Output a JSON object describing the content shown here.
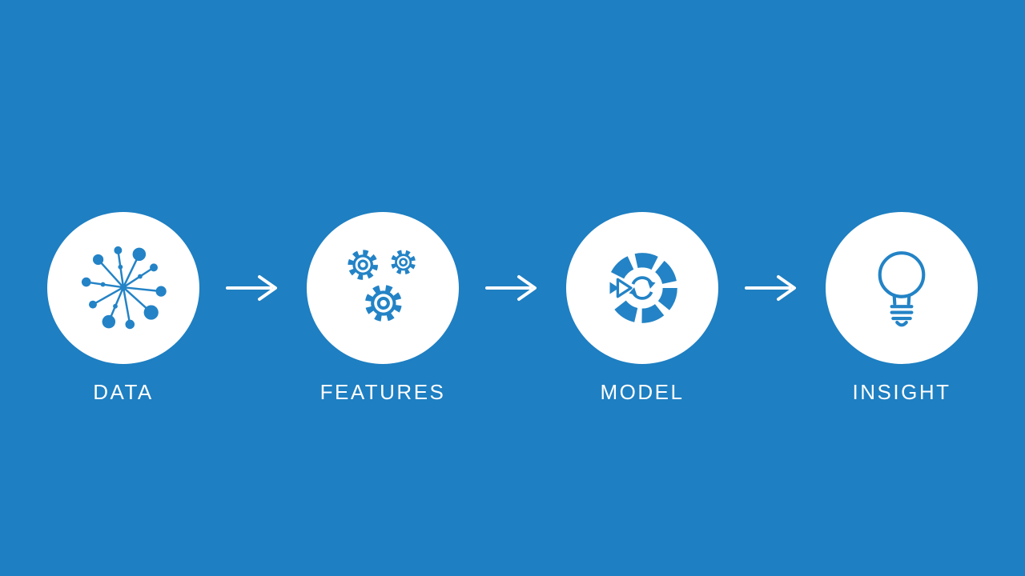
{
  "colors": {
    "background": "#1e7fc2",
    "circle": "#ffffff",
    "icon": "#2383c6",
    "text": "#ffffff",
    "arrow": "#ffffff"
  },
  "pipeline": {
    "stages": [
      {
        "label": "DATA",
        "icon": "data-network-icon"
      },
      {
        "label": "FEATURES",
        "icon": "gears-icon"
      },
      {
        "label": "MODEL",
        "icon": "model-cycle-icon"
      },
      {
        "label": "INSIGHT",
        "icon": "lightbulb-icon"
      }
    ],
    "arrows": [
      {
        "icon": "right-arrow-icon"
      },
      {
        "icon": "right-arrow-icon"
      },
      {
        "icon": "right-arrow-icon"
      }
    ]
  }
}
